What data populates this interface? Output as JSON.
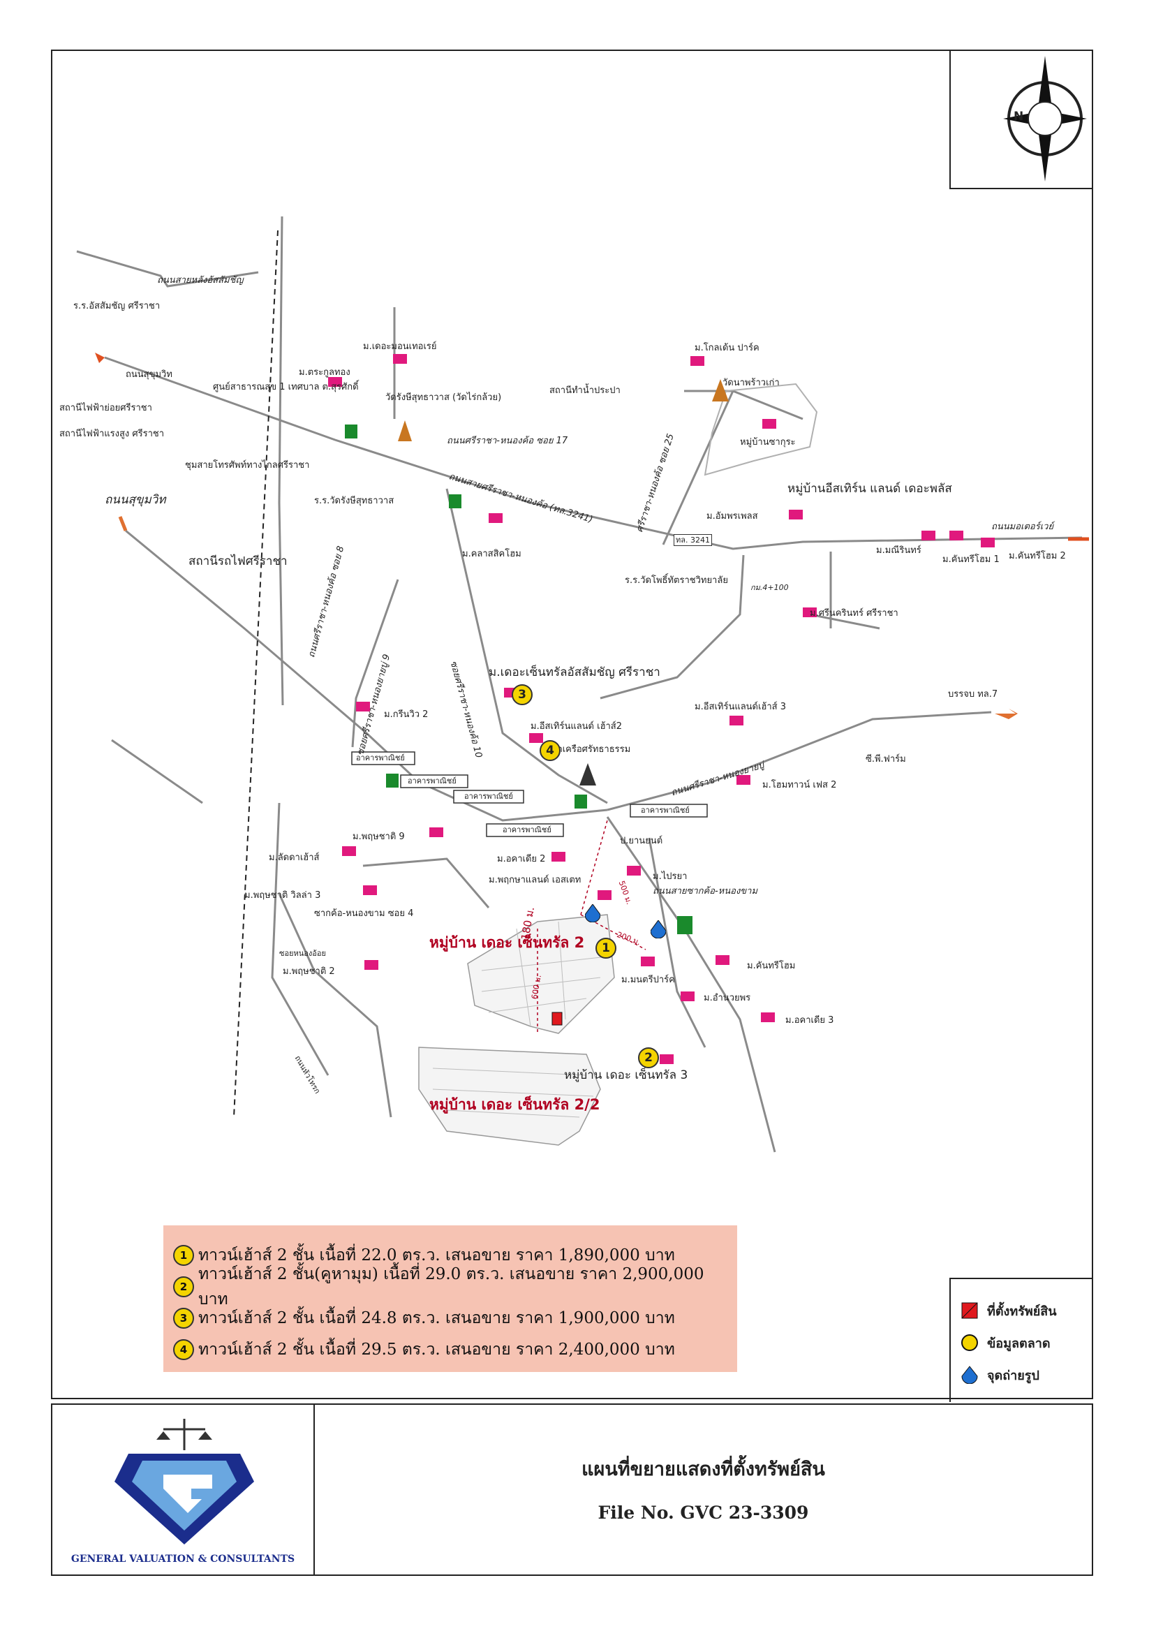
{
  "map": {
    "north_label": "N",
    "roads": {
      "sai_lang_assumption": "ถนนสายหลังอัสสัมชัญ",
      "sukhumvit_1": "ถนนสุขุมวิท",
      "sukhumvit_2": "ถนนสุขุมวิท",
      "sriracha_nongkho_17": "ถนนศรีราชา-หนองค้อ ซอย 17",
      "sai_sriracha_nongkho": "ถนนสายศรีราชา-หนองค้อ (ทล.3241)",
      "sriracha_nongkho_25": "ศรีราชา-หนองค้อ ซอย 25",
      "motorway": "ถนนมอเตอร์เวย์",
      "sriracha_nongkho_8": "ถนนศรีราชา-หนองค้อ ซอย 8",
      "sriracha_nongyai_9": "ซอยศรีราชา-หนองยายบู่ 9",
      "sriracha_nongkho_10": "ซอยศรีราชา-หนองค้อ 10",
      "sriracha_nongyai": "ถนนศรีราชา-หนองยายบู่",
      "sai_sakho_nongkham": "ถนนสายซากค้อ-หนองขาม",
      "sakho_nongkham_4": "ซากค้อ-หนองขาม ซอย 4",
      "soi_nongoi": "ซอยหนองอ้อย",
      "huathoke": "ถนนหัวโทรก",
      "to_tl7": "บรรจบ ทล.7",
      "tl3241": "ทล. 3241",
      "km": "กม.4+100"
    },
    "places": {
      "assumption_school": "ร.ร.อัสสัมชัญ ศรีราชา",
      "substation_small": "สถานีไฟฟ้าย่อยศรีราชา",
      "substation_high": "สถานีไฟฟ้าแรงสูง ศรีราชา",
      "telephone": "ชุมสายโทรศัพท์ทางไกลศรีราชา",
      "train_station": "สถานีรถไฟศรีราชา",
      "health_center": "ศูนย์สาธารณสุข 1 เทศบาล ต.สุรศักดิ์",
      "wat_rangsit": "วัดรังษีสุทธาวาส (วัดไร่กล้วย)",
      "wat_rangsit_school": "ร.ร.วัดรังษีสุทธาวาส",
      "water_station": "สถานีทำน้ำประปา",
      "wat_naprao": "วัดนาพร้าวเก่า",
      "wat_school": "ร.ร.วัดโพธิ์ทัตราชวิทยาลัย",
      "wat_khrue": "วัดเครือศรัทธาธรรม",
      "cp_farm": "ซี.พี.ฟาร์ม",
      "garage": "ป.ยานยนต์",
      "shophouse": "อาคารพาณิชย์"
    },
    "villages": {
      "mountain": "ม.เดอะมอนเทอเรย์",
      "trakul": "ม.ตระกูลทอง",
      "golden_park": "ม.โกลเด้น ปาร์ค",
      "baan_sakura": "หมู่บ้านซากุระ",
      "eastern_plus": "หมู่บ้านอีสเทิร์น แลนด์ เดอะพลัส",
      "ampon": "ม.อัมพรเพลส",
      "manirin": "ม.มณีรินทร์",
      "kanthi_1": "ม.คันทรีโฮม 1",
      "kanthi_2": "ม.คันทรีโฮม 2",
      "classic": "ม.คลาสสิคโฮม",
      "srinakarin": "ม.ศรีนครินทร์ ศรีราชา",
      "central_assumption": "ม.เดอะเซ็นทรัลอัสสัมชัญ ศรีราชา",
      "green_view": "ม.กรีนวิว 2",
      "eastern_house2": "ม.อีสเทิร์นแลนด์ เฮ้าส์2",
      "eastern_house3": "ม.อีสเทิร์นแลนด์เฮ้าส์ 3",
      "hometown": "ม.โฮมทาวน์ เฟส 2",
      "pruksa9": "ม.พฤษชาติ 9",
      "latda": "ม.ลัดดาเฮ้าส์",
      "pruksa_villa": "ม.พฤษชาติ วิลล่า 3",
      "akadia2": "ม.อคาเดีย 2",
      "pruksaland": "ม.พฤกษาแลนด์ เอสเตท",
      "praiya": "ม.ไปรยา",
      "pruksa2": "ม.พฤษชาติ 2",
      "kanthi": "ม.คันทรีโฮม",
      "monteri": "ม.มนตรีปาร์ค",
      "amnuay": "ม.อำนวยพร",
      "akadia3": "ม.อคาเดีย 3",
      "central3": "หมู่บ้าน เดอะ เซ็นทรัล 3",
      "central2": "หมู่บ้าน เดอะ เซ็นทรัล 2",
      "central22": "หมู่บ้าน เดอะ เซ็นทรัล 2/2"
    },
    "distances": {
      "d180": "180 ม.",
      "d500": "500 ม.",
      "d200": "200 ม.",
      "d600": "600 ม."
    }
  },
  "market_data": [
    {
      "no": "1",
      "text": "ทาวน์เฮ้าส์ 2 ชั้น  เนื้อที่ 22.0 ตร.ว. เสนอขาย  ราคา 1,890,000 บาท"
    },
    {
      "no": "2",
      "text": "ทาวน์เฮ้าส์ 2 ชั้น(คูหามุม)  เนื้อที่ 29.0 ตร.ว. เสนอขาย  ราคา 2,900,000 บาท"
    },
    {
      "no": "3",
      "text": "ทาวน์เฮ้าส์ 2 ชั้น เนื้อที่ 24.8 ตร.ว. เสนอขาย  ราคา 1,900,000 บาท"
    },
    {
      "no": "4",
      "text": "ทาวน์เฮ้าส์ 2 ชั้น  เนื้อที่ 29.5 ตร.ว. เสนอขาย  ราคา 2,400,000 บาท"
    }
  ],
  "legend": {
    "property": "ที่ตั้งทรัพย์สิน",
    "market": "ข้อมูลตลาด",
    "photo": "จุดถ่ายรูป"
  },
  "footer": {
    "title": "แผนที่ขยายแสดงที่ตั้งทรัพย์สิน",
    "file_no": "File No.  GVC  23-3309",
    "company": "GENERAL VALUATION & CONSULTANTS"
  },
  "colors": {
    "village_icon": "#e0197d",
    "seven_eleven": "#1a8a2c",
    "highlight": "#b00020",
    "market_fill": "#f6c3b3",
    "badge": "#f4d400",
    "photo_point": "#1e6fd0"
  }
}
